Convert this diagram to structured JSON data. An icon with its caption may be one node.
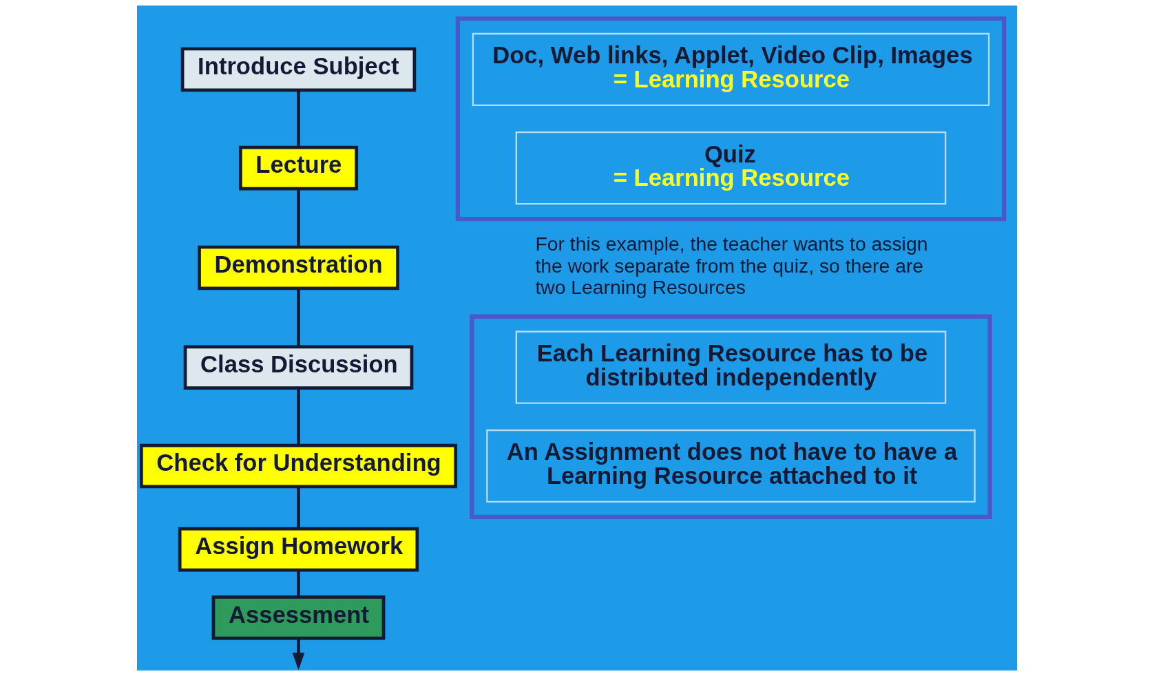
{
  "diagram": {
    "nodes": [
      {
        "text": [
          "Introduce Subject"
        ]
      },
      {
        "text": [
          "Lecture"
        ]
      },
      {
        "text": [
          "Demonstration"
        ]
      },
      {
        "text": [
          "Class Discussion"
        ]
      },
      {
        "text": [
          "Check for Understanding"
        ]
      },
      {
        "text": [
          "Assign Homework"
        ]
      },
      {
        "text": [
          "Assessment"
        ]
      },
      {
        "text": [],
        "shape": "box"
      },
      {
        "text": [
          "Doc, Web links, Applet, Video Clip, Images",
          "= Learning Resource"
        ],
        "in": 7
      },
      {
        "text": [
          "Quiz",
          "= Learning Resource"
        ],
        "in": 7
      },
      {
        "text": [],
        "shape": "box"
      },
      {
        "text": [
          "Each Learning Resource has to be distributed independently"
        ],
        "in": 10
      },
      {
        "text": [
          "An Assignment does not have to have a Learning Resource attached to it"
        ],
        "in": 10
      }
    ],
    "edges": [
      {
        "from": 0,
        "to": 1,
        "arrow": "none"
      },
      {
        "from": 1,
        "to": 2,
        "arrow": "none"
      },
      {
        "from": 2,
        "to": 3,
        "arrow": "none"
      },
      {
        "from": 3,
        "to": 4,
        "arrow": "none"
      },
      {
        "from": 4,
        "to": 5,
        "arrow": "none"
      },
      {
        "from": 5,
        "to": 6,
        "arrow": "none"
      },
      {
        "from": 6,
        "to": null,
        "arrow": "to"
      }
    ],
    "labels": [
      "For this example, the teacher wants to assign the work separate from the quiz, so there are two Learning Resources"
    ]
  }
}
